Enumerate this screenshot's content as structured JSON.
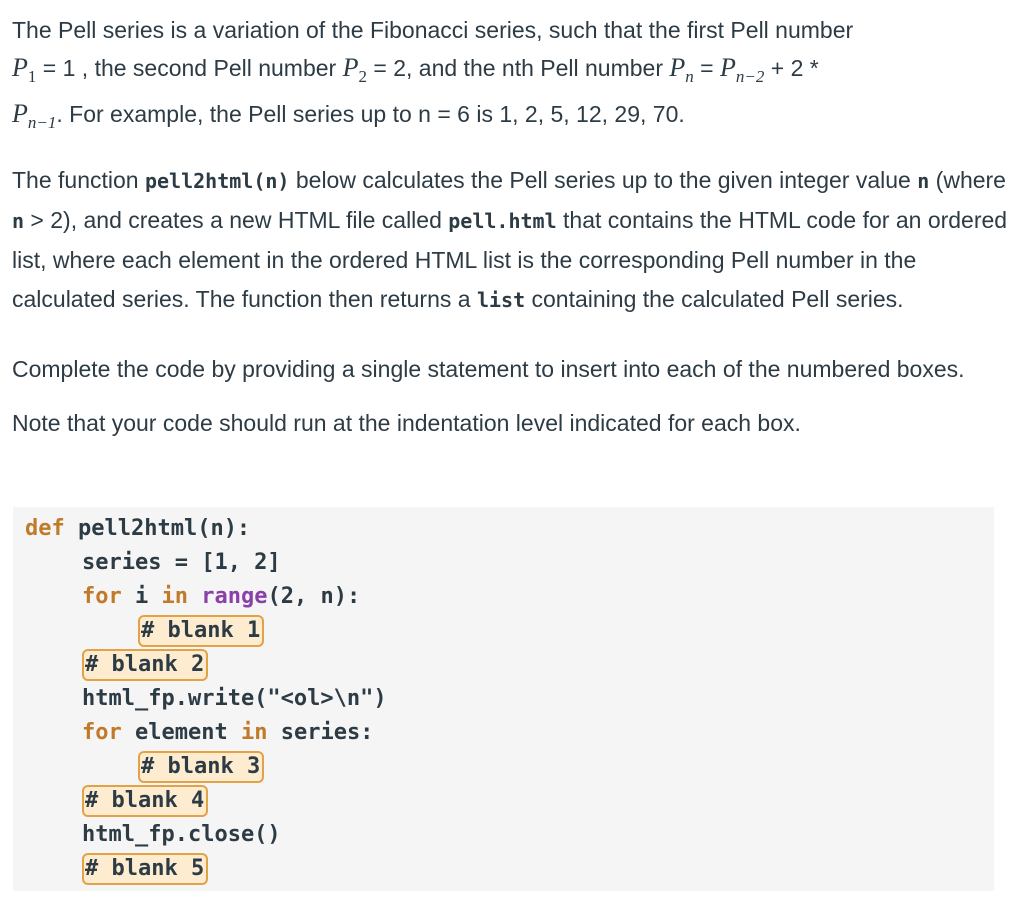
{
  "paragraph1": {
    "t1": "The Pell series is a variation of the Fibonacci series, such that the first Pell number",
    "p1_var": "P",
    "p1_sub": "1",
    "t2": " = 1 , the second Pell number ",
    "p2_var": "P",
    "p2_sub": "2",
    "t3": " = 2, and the nth Pell number ",
    "pn_var": "P",
    "pn_sub": "n",
    "t4": " = ",
    "pn2_var": "P",
    "pn2_sub": "n−2",
    "t5": " + 2 *",
    "pn1_var": "P",
    "pn1_sub": "n−1",
    "t6": ". For example, the Pell series up to n = 6 is 1, 2, 5, 12, 29, 70."
  },
  "paragraph2": {
    "t1": "The function ",
    "code1": "pell2html(n)",
    "t2": " below calculates the Pell series up to the given integer value ",
    "code2": "n",
    "t3": " (where ",
    "code3": "n",
    "t4": " > 2), and creates a new HTML file called ",
    "code4": "pell.html",
    "t5": " that contains the HTML code for an ordered list, where each element in the ordered HTML list is the corresponding Pell number in the calculated series. The function then returns a ",
    "code5": "list",
    "t6": " containing the calculated Pell series."
  },
  "paragraph3": "Complete the code by providing a single statement to insert into each of the numbered boxes.",
  "paragraph4": "Note that your code should run at the indentation level indicated for each box.",
  "code": {
    "l1_kw": "def",
    "l1_rest": " pell2html(n):",
    "l2": "series = [1, 2]",
    "l3_kw_for": "for",
    "l3_i": " i ",
    "l3_kw_in": "in",
    "l3_sp": " ",
    "l3_range": "range",
    "l3_rest": "(2, n):",
    "blank1": "# blank 1",
    "blank2": "# blank 2",
    "l6": "html_fp.write(\"<ol>\\n\")",
    "l7_kw_for": "for",
    "l7_mid": " element ",
    "l7_kw_in": "in",
    "l7_rest": " series:",
    "blank3": "# blank 3",
    "blank4": "# blank 4",
    "l10": "html_fp.close()",
    "blank5": "# blank 5"
  }
}
